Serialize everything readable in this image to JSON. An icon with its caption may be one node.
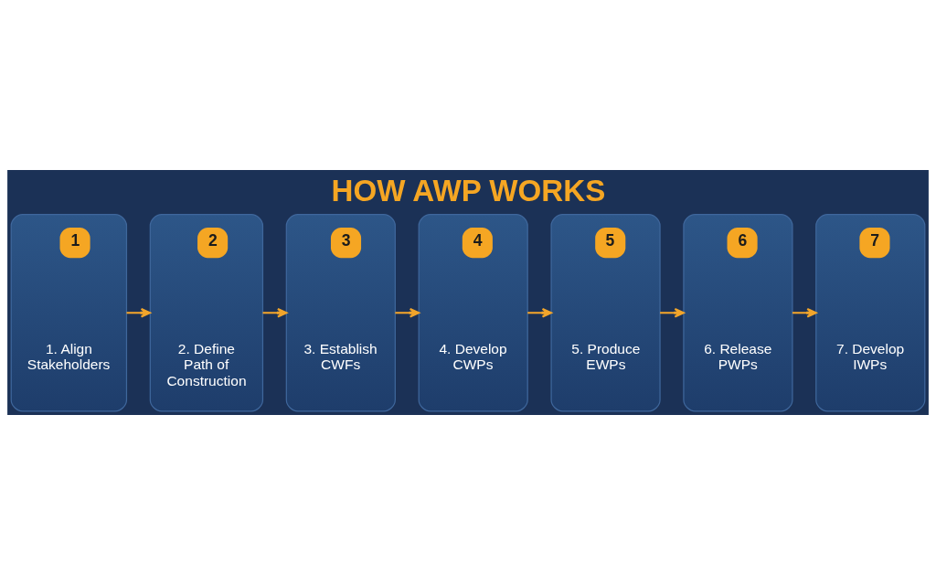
{
  "diagram": {
    "title": "HOW AWP WORKS",
    "nodes": [
      {
        "text": [
          "1",
          "1. Align Stakeholders"
        ]
      },
      {
        "text": [
          "2",
          "2. Define Path of Construction"
        ]
      },
      {
        "text": [
          "3",
          "3. Establish CWFs"
        ]
      },
      {
        "text": [
          "4",
          "4. Develop CWPs"
        ]
      },
      {
        "text": [
          "5",
          "5. Produce EWPs"
        ]
      },
      {
        "text": [
          "6",
          "6. Release PWPs"
        ]
      },
      {
        "text": [
          "7",
          "7. Develop IWPs"
        ]
      }
    ],
    "edges": [
      {
        "from": 0,
        "to": 1,
        "arrow": "to"
      },
      {
        "from": 1,
        "to": 2,
        "arrow": "to"
      },
      {
        "from": 2,
        "to": 3,
        "arrow": "to"
      },
      {
        "from": 3,
        "to": 4,
        "arrow": "to"
      },
      {
        "from": 4,
        "to": 5,
        "arrow": "to"
      },
      {
        "from": 5,
        "to": 6,
        "arrow": "to"
      }
    ]
  }
}
